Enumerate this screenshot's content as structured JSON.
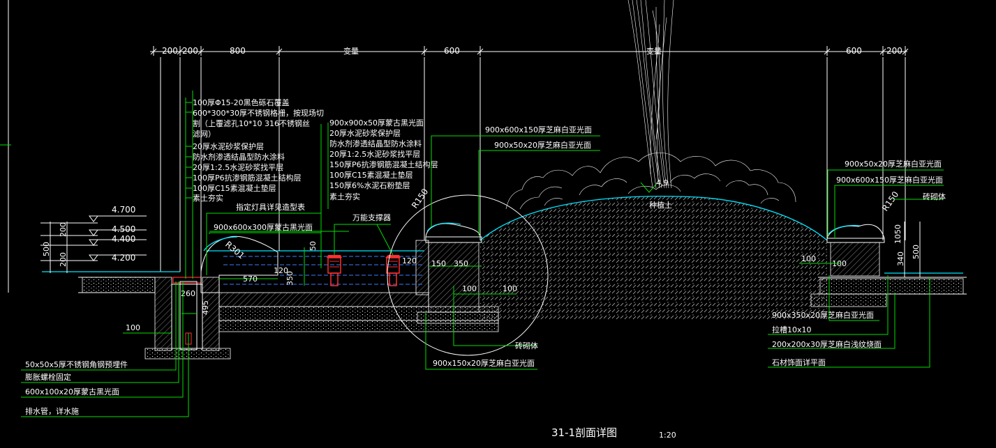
{
  "drawing": {
    "title": "31-1剖面详图",
    "scale": "1:20"
  },
  "top_dimensions": [
    "200",
    "200",
    "800",
    "变量",
    "600",
    "变量",
    "600",
    "200"
  ],
  "left_elevations": [
    "4.700",
    "4.500",
    "4.400",
    "4.200"
  ],
  "left_vertical_dims": [
    "500",
    "200",
    "200"
  ],
  "center_elevation": "4.9",
  "mound_label": "种植土",
  "left_callout": [
    "100厚Φ15-20黑色砾石覆盖",
    "600*300*30厚不锈钢格栅，按现场切",
    "割（上覆滤孔10*10  316不锈钢丝",
    "滤网）",
    "20厚水泥砂浆保护层",
    "防水剂渗透结晶型防水涂料",
    "20厚1:2.5水泥砂浆找平层",
    "100厚P6抗渗钢筋混凝土结构层",
    "100厚C15素混凝土垫层",
    "素土夯实"
  ],
  "lamp_note": "指定灯具详见造型表",
  "center_callout": [
    "900x900x50厚蒙古黑光面",
    "20厚水泥砂浆保护层",
    "防水剂渗透结晶型防水涂料",
    "20厚1:2.5水泥砂浆找平层",
    "150厚P6抗渗钢筋混凝土结构层",
    "100厚C15素混凝土垫层",
    "150厚6%水泥石粉垫层",
    "素土夯实"
  ],
  "pump_label": "万能支撑器",
  "pool_labels": {
    "coping": "900x600x300厚蒙古黑光面",
    "radius": "R301",
    "d570": "570",
    "d120a": "120",
    "d120b": "120",
    "d350": "350",
    "d50": "50",
    "d260": "260",
    "d495": "495",
    "d100_left": "100"
  },
  "right_wall_labels": {
    "cap": "900x600x150厚芝麻白亚光面",
    "face": "900x50x20厚芝麻白亚光面",
    "radius": "R150",
    "d150": "150",
    "d350": "350",
    "d100a": "100",
    "d100b": "100",
    "masonry": "砖砌体",
    "base": "900x150x20厚芝麻白亚光面"
  },
  "far_right_labels": {
    "face": "900x50x20厚芝麻白亚光面",
    "cap": "900x600x150厚芝麻白亚光面",
    "radius": "R150",
    "masonry": "砖砌体",
    "d100a": "100",
    "d100b": "100",
    "d1050": "1050",
    "d340": "340",
    "d500": "500",
    "notes": [
      "900x350x20厚芝麻白亚光面",
      "拉槽10x10",
      "200x200x30厚芝麻白浅纹烧面",
      "石材饰面详平面"
    ]
  },
  "bottom_left_notes": [
    "50x50x5厚不锈钢角钢预埋件",
    "膨胀螺栓固定",
    "600x100x20厚蒙古黑光面",
    "排水管，详水施"
  ]
}
